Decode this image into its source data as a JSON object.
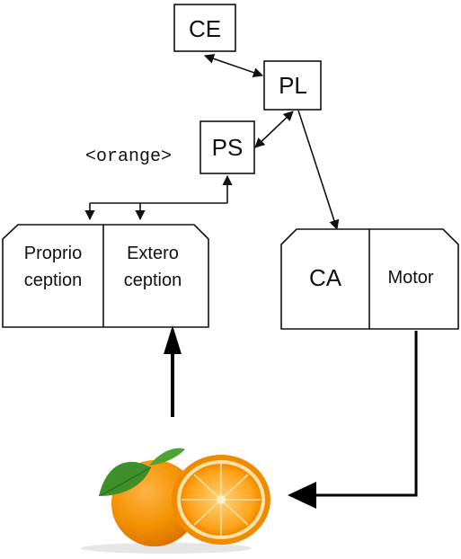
{
  "diagram": {
    "nodes": {
      "ce": "CE",
      "pl": "PL",
      "ps": "PS",
      "ca": "CA",
      "motor": "Motor",
      "proprio_line1": "Proprio",
      "proprio_line2": "ception",
      "extero_line1": "Extero",
      "extero_line2": "ception"
    },
    "ps_input_label": "<orange>",
    "edges": [
      {
        "from": "CE",
        "to": "PL",
        "type": "bidirectional"
      },
      {
        "from": "PL",
        "to": "PS",
        "type": "bidirectional"
      },
      {
        "from": "PL",
        "to": "CA",
        "type": "directed"
      },
      {
        "from": "PS",
        "to": "Proprioception",
        "type": "directed"
      },
      {
        "from": "PS",
        "to": "Exteroception",
        "type": "directed"
      },
      {
        "from": "orange",
        "to": "Exteroception",
        "type": "directed"
      },
      {
        "from": "Motor",
        "to": "orange",
        "type": "directed"
      }
    ],
    "object_icon": "orange-fruit-icon"
  }
}
